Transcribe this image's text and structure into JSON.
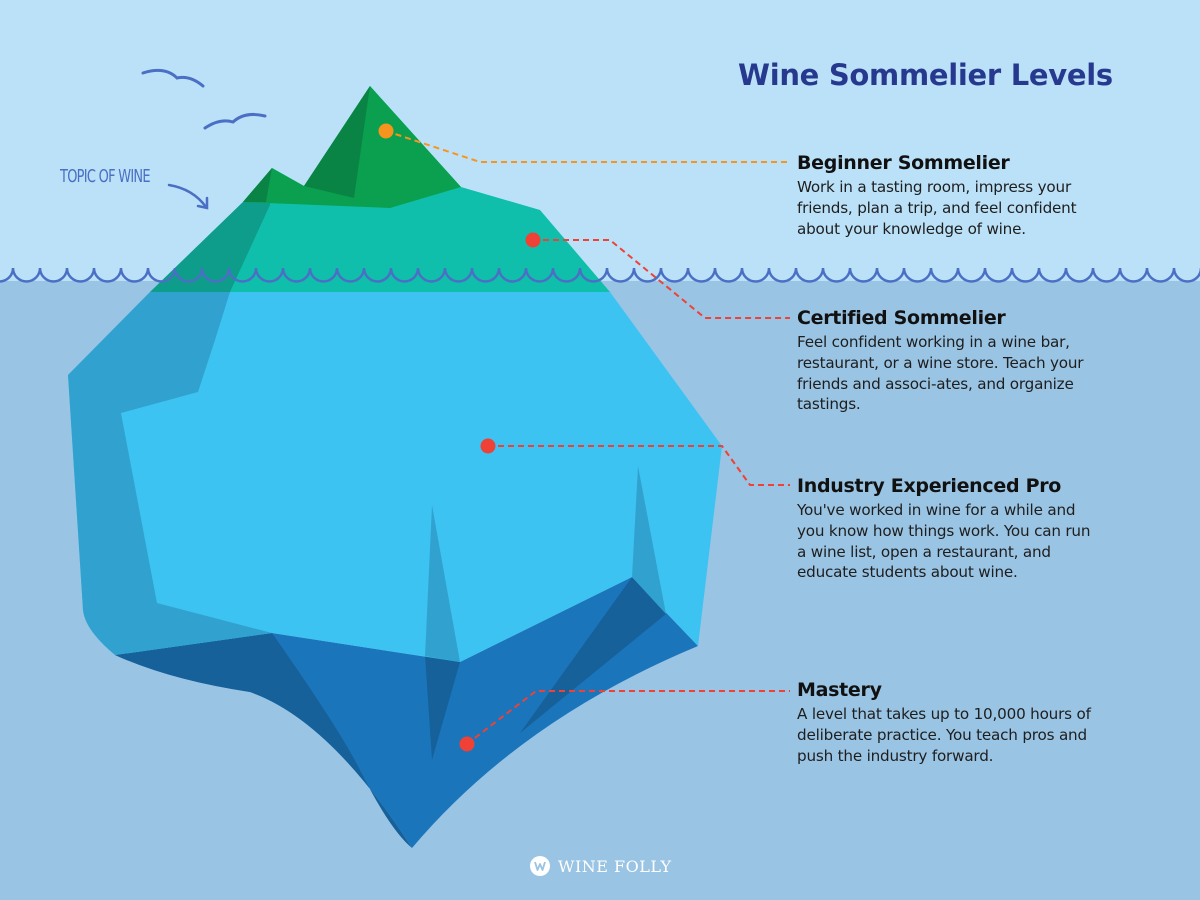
{
  "title": "Wine Sommelier Levels",
  "annotation": {
    "label": "Topic of wine",
    "icon": "curved-arrow-icon"
  },
  "levels": [
    {
      "title": "Beginner Sommelier",
      "description": "Work in a tasting room, impress your friends, plan a trip, and feel confident about your knowledge of wine.",
      "marker_color": "#f7941d",
      "iceberg_zone": "peak"
    },
    {
      "title": "Certified Sommelier",
      "description": "Feel confident working in a wine bar, restaurant, or a wine store. Teach your friends and associ-ates, and organize tastings.",
      "marker_color": "#ef4136",
      "iceberg_zone": "waterline"
    },
    {
      "title": "Industry Experienced Pro",
      "description": "You've worked in wine for a while and you know how things work. You can run a wine list, open a restaurant, and educate students about wine.",
      "marker_color": "#ef4136",
      "iceberg_zone": "submerged-middle"
    },
    {
      "title": "Mastery",
      "description": "A level that takes up to 10,000 hours of deliberate practice. You teach pros and push the industry forward.",
      "marker_color": "#ef4136",
      "iceberg_zone": "submerged-bottom"
    }
  ],
  "brand": {
    "name": "WINE FOLLY",
    "icon": "wine-folly-logo-icon"
  },
  "colors": {
    "sky": "#bbe1f8",
    "sea": "#9ac4e4",
    "title": "#27398f",
    "peak_green": "#0aa050",
    "peak_green_dark": "#0a8444",
    "teal": "#10bfab",
    "teal_dark": "#0f9d8b",
    "ice_light": "#3dc3f2",
    "ice_shadow": "#31a2cf",
    "deep_blue": "#1b75bb",
    "deep_blue_dark": "#16619a",
    "wave": "#4a6fc4"
  }
}
